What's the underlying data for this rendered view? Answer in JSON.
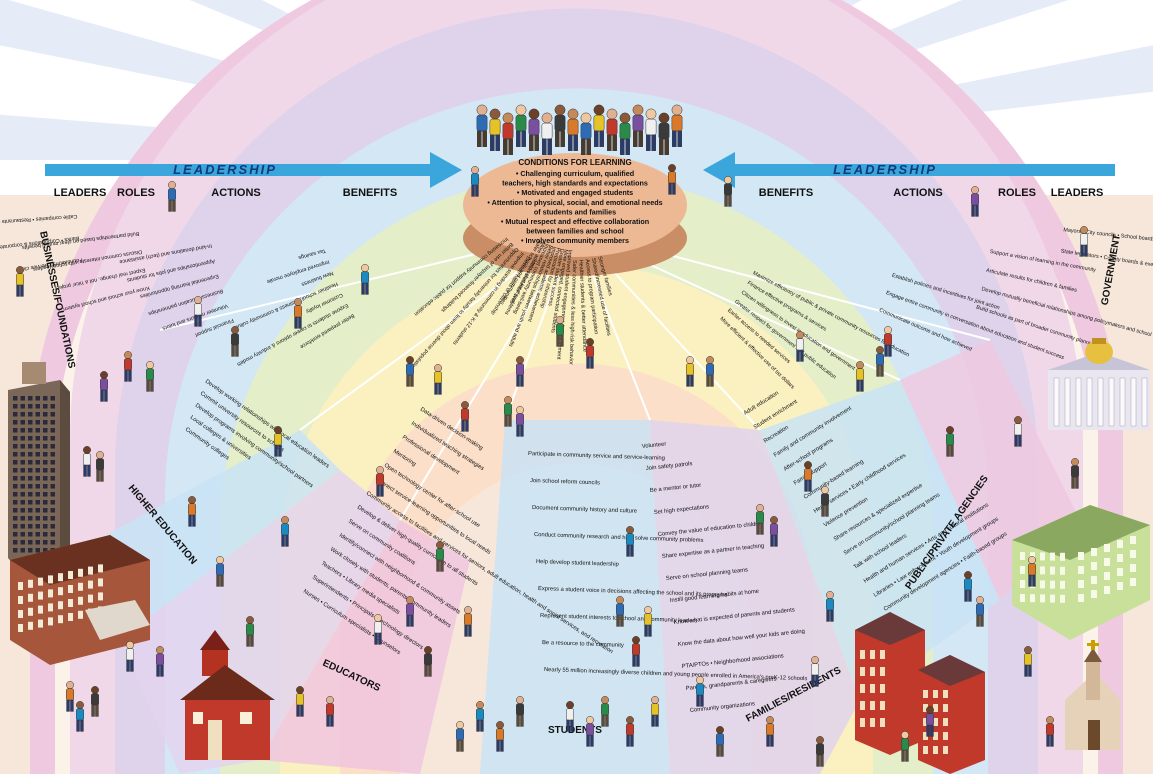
{
  "header": {
    "leadership_left": "LEADERSHIP",
    "leadership_right": "LEADERSHIP",
    "left_columns": [
      "LEADERS",
      "ROLES",
      "ACTIONS",
      "BENEFITS"
    ],
    "right_columns": [
      "BENEFITS",
      "ACTIONS",
      "ROLES",
      "LEADERS"
    ]
  },
  "conditions": {
    "title": "CONDITIONS FOR LEARNING",
    "items": [
      "• Challenging curriculum, qualified",
      "teachers, high standards and expectations",
      "• Motivated and engaged students",
      "• Attention to physical, social, and emotional needs",
      "of students and families",
      "• Mutual respect and effective collaboration",
      "between families and school",
      "• Involved community members"
    ]
  },
  "sectors": {
    "business": "BUSINESSES/FOUNDATIONS",
    "government": "GOVERNMENT",
    "higher_ed": "HIGHER EDUCATION",
    "public_private": "PUBLIC/PRIVATE AGENCIES",
    "educators": "EDUCATORS",
    "families": "FAMILIES/RESIDENTS",
    "students": "STUDENTS"
  },
  "radial": {
    "biz_leaders": [
      "Foundations • Service clubs",
      "Banks • Corporations & corporate leaders",
      "Cable companies • Restaurants • Retail stores"
    ],
    "biz_roles": [
      "Know your school and school system",
      "Expect real change, not a 'nice' project",
      "Discuss common interests with school leaders",
      "Build partnerships based on clear mutual benefits"
    ],
    "biz_actions": [
      "Financial support",
      "Volunteer mentors and tutors",
      "Business/education partnerships",
      "Experiential learning opportunities",
      "Apprenticeships and jobs for students",
      "In-kind donations and (tech) assistance"
    ],
    "biz_benefits": [
      "Better prepared workforce",
      "Expose students to career options & industry models",
      "Customer loyalty",
      "Healthier school, business & community culture",
      "New business",
      "Improved employee morale",
      "Tax savings"
    ],
    "gov_leaders": [
      "Mayors • City councils • School boards • Governors",
      "State legislators • County boards & executives"
    ],
    "gov_roles": [
      "Support a vision of learning in the community",
      "Articulate results for children & families",
      "Develop mutually beneficial relationships among policymakers and school & community leaders",
      "Build schools as part of broader community planning"
    ],
    "gov_actions": [
      "Establish policies and incentives for joint action",
      "Engage entire community in conversation about education and student success",
      "Communicate outcome and how achieved"
    ],
    "gov_benefits": [
      "Maximize efficiency of public & private community resources for education",
      "Finance effective programs & services",
      "Citizen willingness to invest in education and government",
      "Greater respect for government and public education",
      "Earlier access to needed services",
      "More efficient & effective use of tax dollars"
    ],
    "center_left": [
      "Help solve local problems",
      "Develop habits of citizenship",
      "Improve standing in community & K-12 students",
      "Opportunities for university faculty to learn about diverse populations",
      "Better use of taxpayer-financed buildings",
      "Increasing community support for public education"
    ],
    "center_mid": [
      "Improved student engagement & achievement",
      "More engaged, connected students",
      "Greater student success",
      "Preparation for citizenship",
      "Improved academic achievement",
      "Better relationships between youth and adults",
      "Increased community well-being",
      "More adults in students' lives",
      "Safer schools and communities"
    ],
    "center_right": [
      "Stronger families",
      "Shared/increased use of facilities",
      "Access to program participation",
      "Healthier students & better attendance",
      "Safer communities & less high-risk behavior"
    ]
  },
  "bands": {
    "higher_ed": [
      "Develop working relationships with local education leaders",
      "Commit university resources to schools",
      "Develop programs involving community/school partners",
      "Local colleges & universities",
      "Community colleges"
    ],
    "educators": [
      "Data-driven decision-making",
      "Individualized teaching strategies",
      "Professional development",
      "Mentoring",
      "Open technology center for after-school use",
      "Connect service-learning opportunities to local needs",
      "Community access to facilities and services for seniors, adult education, health and social services, and recreation",
      "Develop & deliver high-quality curriculum to all students",
      "Serve on community coalitions",
      "Identify/connect with neighborhood & community assets",
      "Work closely with students, parents, community leaders",
      "Teachers • Library media specialists",
      "Superintendents • Principals • Technology directors",
      "Nurses • Curriculum specialists • Counselors"
    ],
    "students": [
      "Participate in community service and service-learning",
      "Join school reform councils",
      "Document community history and culture",
      "Conduct community research and help solve community problems",
      "Help develop student leadership",
      "Express a student voice in decisions affecting the school and its programs",
      "Represent student interests to school and community leaders",
      "Be a resource to the community",
      "Nearly 55 million increasingly diverse children and young people enrolled in America's preK-12 schools"
    ],
    "families": [
      "Volunteer",
      "Join safety patrols",
      "Be a mentor or tutor",
      "Set high expectations",
      "Convey the value of education to children",
      "Share expertise as a partner in teaching",
      "Serve on school planning teams",
      "Instill good learning habits at home",
      "Know what is expected of parents and students",
      "Know the data about how well your kids are doing",
      "PTA/PTOs • Neighborhood associations",
      "Parents, grandparents & caregivers",
      "Community organizations"
    ],
    "agencies": [
      "Adult education",
      "Student enrichment",
      "Recreation",
      "Family and community involvement",
      "After-school programs",
      "Family support",
      "Community-based learning",
      "Health services • Early childhood services",
      "Violence prevention",
      "Share resources & specialized expertise",
      "Serve on community/school planning teams",
      "Talk with school leaders",
      "Health and human services • Arts and cultural institutions",
      "Libraries • Law enforcement • Youth development groups",
      "Community development agencies • Faith-based groups"
    ]
  },
  "colors": {
    "sky": "#ffffff",
    "ray": "#e6ecf7",
    "ground": "#f4e4d6",
    "ring_pink": "#f3c6de",
    "ring_lavender": "#e5d3ee",
    "ring_blue": "#cfe6f7",
    "ring_green": "#e6f0c8",
    "ring_yellow": "#fbeaa8",
    "ring_peach": "#fbdcc0",
    "arrow": "#3aa6dc",
    "platform": "#e8b48c"
  }
}
